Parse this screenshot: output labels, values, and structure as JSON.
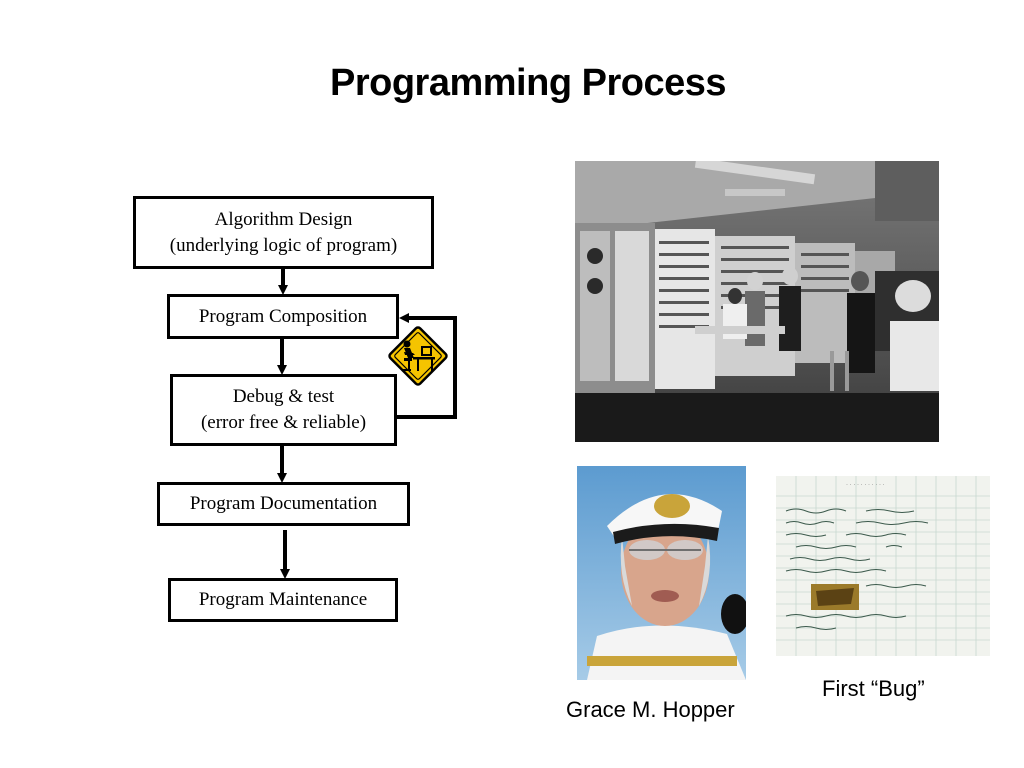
{
  "slide": {
    "title": "Programming Process"
  },
  "flowchart": {
    "steps": [
      {
        "line1": "Algorithm Design",
        "line2": "(underlying logic of program)"
      },
      {
        "line1": "Program Composition",
        "line2": ""
      },
      {
        "line1": "Debug & test",
        "line2": "(error free & reliable)"
      },
      {
        "line1": "Program Documentation",
        "line2": ""
      },
      {
        "line1": "Program Maintenance",
        "line2": ""
      }
    ],
    "sign_icon": "worker-at-computer-sign-icon"
  },
  "photos": {
    "computer_room": {
      "icon": "early-computer-photo"
    },
    "hopper": {
      "icon": "portrait-photo",
      "caption": "Grace M. Hopper"
    },
    "bug": {
      "icon": "logbook-page-photo",
      "caption": "First “Bug”"
    }
  },
  "colors": {
    "sign_yellow": "#f5c400",
    "ink": "#000000"
  }
}
